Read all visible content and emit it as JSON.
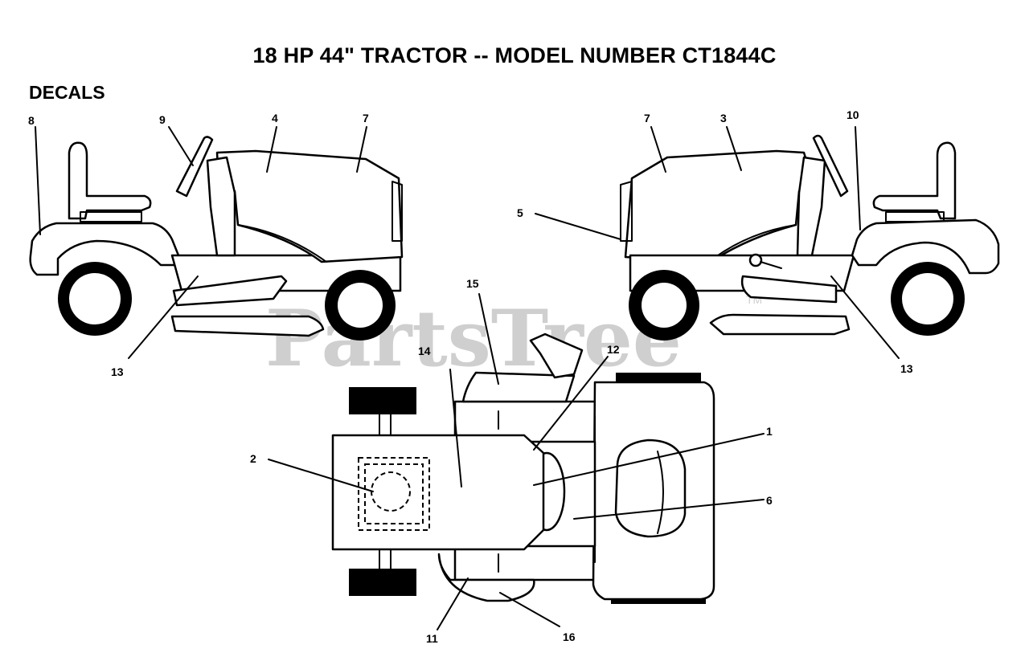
{
  "title": "18 HP 44\" TRACTOR -- MODEL NUMBER CT1844C",
  "section_label": "DECALS",
  "watermark": {
    "text": "PartsTree",
    "tm": "TM"
  },
  "callouts": {
    "c1": "1",
    "c2": "2",
    "c3": "3",
    "c4": "4",
    "c5": "5",
    "c6": "6",
    "c7a": "7",
    "c7b": "7",
    "c8": "8",
    "c9": "9",
    "c10": "10",
    "c11": "11",
    "c12": "12",
    "c13a": "13",
    "c13b": "13",
    "c14": "14",
    "c15": "15",
    "c16": "16"
  }
}
